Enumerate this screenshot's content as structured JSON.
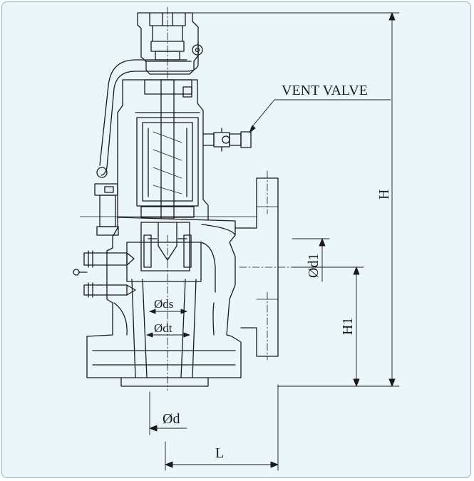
{
  "labels": {
    "vent_valve": "VENT VALVE",
    "height_H": "H",
    "height_H1": "H1",
    "outlet_d1": "Ød1",
    "seat_ds": "Øds",
    "throat_dt": "Ødt",
    "inlet_d": "Ød",
    "length_L": "L"
  },
  "colors": {
    "background": "#eaf6fa",
    "frame_border": "#8fb4c4",
    "line": "#1a1a1a"
  }
}
